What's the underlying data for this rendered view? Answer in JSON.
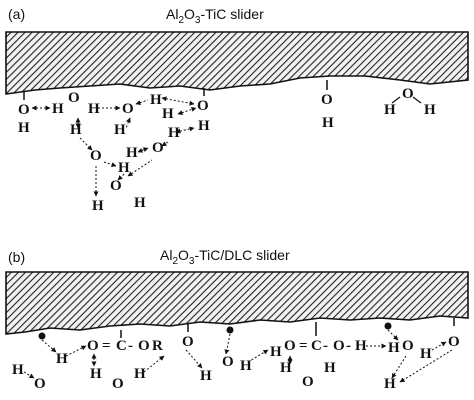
{
  "panel_a": {
    "tag": "(a)",
    "title_parts": [
      "Al",
      "2",
      "O",
      "3",
      "-TiC slider"
    ]
  },
  "panel_b": {
    "tag": "(b)",
    "title_parts": [
      "Al",
      "2",
      "O",
      "3",
      "-TiC/DLC slider"
    ]
  },
  "atoms": {
    "O": "O",
    "H": "H",
    "C": "C",
    "R": "R",
    "dbl": "=",
    "dash": "-"
  }
}
